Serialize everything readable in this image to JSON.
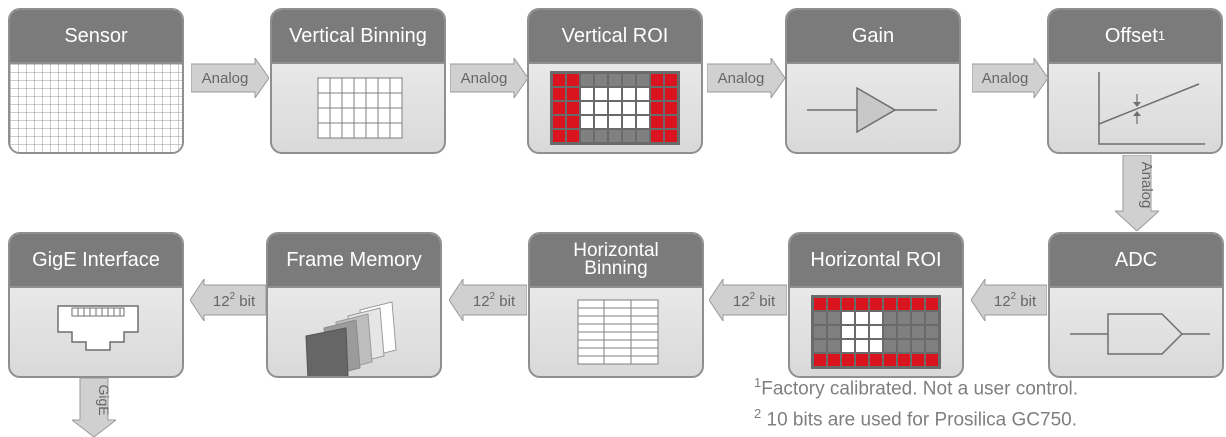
{
  "blocks": {
    "sensor": "Sensor",
    "vbinning": "Vertical Binning",
    "vroi": "Vertical ROI",
    "gain": "Gain",
    "offset": "Offset",
    "offset_sup": "1",
    "adc": "ADC",
    "hroi": "Horizontal ROI",
    "hbinning_line1": "Horizontal",
    "hbinning_line2": "Binning",
    "frame": "Frame Memory",
    "gige": "GigE Interface"
  },
  "arrows": {
    "analog": "Analog",
    "bit_prefix": "12",
    "bit_sup": "2",
    "bit_suffix": " bit",
    "gige": "GigE"
  },
  "footnotes": {
    "note1_mark": "1",
    "note1_text": "Factory calibrated. Not a user control.",
    "note2_mark": "2",
    "note2_text": "10 bits are used for Prosilica GC750."
  },
  "colors": {
    "header": "#7b7b7b",
    "border": "#8f8f8f",
    "arrow_fill": "#d0d0d0",
    "roi_selected": "#ffffff",
    "roi_excluded": "#d9141e",
    "roi_kept": "#808080"
  }
}
